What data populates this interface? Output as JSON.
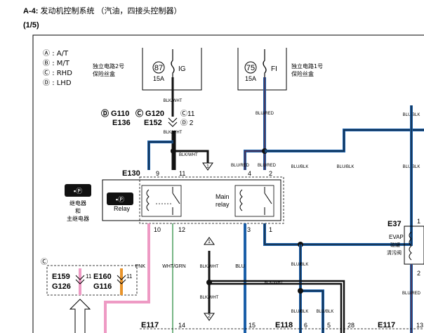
{
  "header": {
    "code": "A-4:",
    "title": "发动机控制系统 （汽油，四接头控制器）",
    "page": "(1/5)"
  },
  "legend": {
    "items": [
      {
        "mark": "Ⓐ",
        "text": ": A/T"
      },
      {
        "mark": "Ⓑ",
        "text": ": M/T"
      },
      {
        "mark": "Ⓒ",
        "text": ": RHD"
      },
      {
        "mark": "Ⓓ",
        "text": ": LHD"
      }
    ]
  },
  "fuse_boxes": [
    {
      "label_line1": "独立电路2号",
      "label_line2": "保险丝盒",
      "fuse_no": "87",
      "amp": "15A",
      "name": "IG"
    },
    {
      "label_line1": "独立电路1号",
      "label_line2": "保险丝盒",
      "fuse_no": "75",
      "amp": "15A",
      "name": "FI"
    }
  ],
  "grounds": {
    "g110": "Ⓓ G110",
    "g120": "Ⓒ G120",
    "pin11": "Ⓒ11",
    "e136": "E136",
    "e152": "E152",
    "pin2": "Ⓓ 2"
  },
  "wire_colors": {
    "blkwht": "BLK/WHT",
    "blured": "BLU/RED",
    "blublk": "BLU/BLK",
    "pnk": "PNK",
    "whtgrn": "WHT/GRN",
    "blu": "BLU"
  },
  "relay_block": {
    "connector": "E130",
    "pins_top": [
      "9",
      "11",
      "4",
      "2"
    ],
    "pins_bottom": [
      "10",
      "12",
      "3",
      "1"
    ],
    "relay_label": "Relay",
    "main_relay_line1": "Main",
    "main_relay_line2": "relay",
    "side_icon_line1": "继电器",
    "side_icon_line2": "和",
    "side_icon_line3": "主继电器"
  },
  "evap": {
    "connector": "E37",
    "pin_top": "1",
    "pin_bottom": "2",
    "label_line1": "EVAP",
    "label_line2": "碳罐",
    "label_line3": "清污阀"
  },
  "lower_connectors": {
    "c_mark": "Ⓒ",
    "e159": "E159",
    "g126": "G126",
    "e160": "E160",
    "g116": "G116",
    "pin11a": "11",
    "pin11b": "11"
  },
  "bottom_labels": {
    "e117a": "E117",
    "pin14": "14",
    "pin15": "15",
    "e118": "E118",
    "pin6": "6",
    "pin5": "5",
    "pin28": "28",
    "e117b": "E117",
    "pin13": "13"
  },
  "colors": {
    "blue": "#1b5fa8",
    "black": "#111111",
    "pink": "#ee9ac4",
    "orange": "#e8932a",
    "green": "#5aa36a"
  }
}
